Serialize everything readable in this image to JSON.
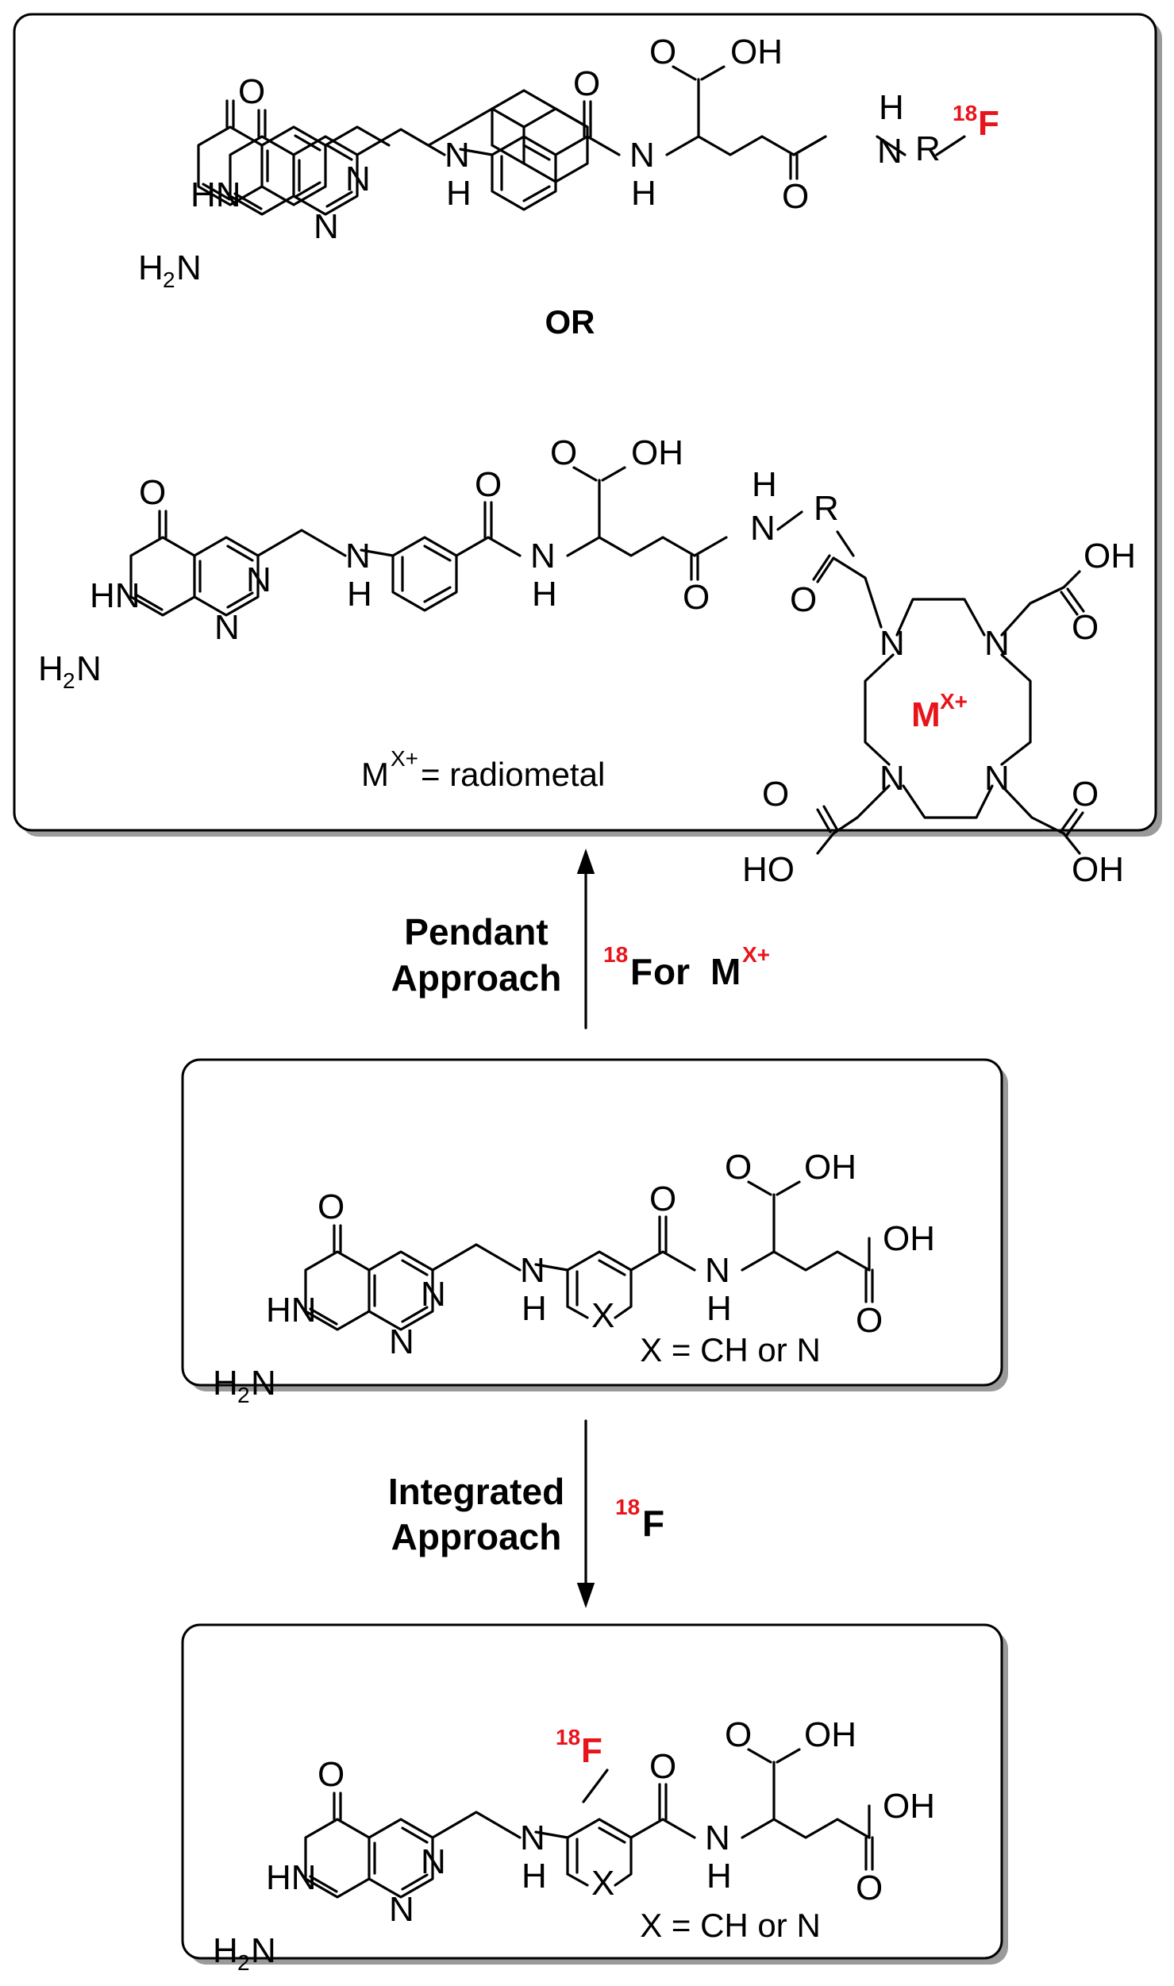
{
  "panels": {
    "top": {
      "structure_1": "folate-γ-amide-R-18F conjugate",
      "or_label": "OR",
      "structure_2": "folate-γ-amide-R-DOTA radiometal complex",
      "metal_label": "M",
      "metal_charge": "X+",
      "metal_note": "M",
      "metal_note_sup": "X+",
      "metal_note_rest": " = radiometal"
    },
    "middle": {
      "x_note": "X = CH or N"
    },
    "bottom": {
      "x_note": "X = CH or N",
      "f18_mass": "18",
      "f18_sym": "F"
    }
  },
  "arrows": {
    "pendant": {
      "line1": "Pendant",
      "line2": "Approach",
      "reagent_f_mass": "18",
      "reagent_f_sym": "F",
      "reagent_or": " or ",
      "reagent_m": "M",
      "reagent_m_charge": "X+"
    },
    "integrated": {
      "line1": "Integrated",
      "line2": "Approach",
      "reagent_f_mass": "18",
      "reagent_f_sym": "F"
    }
  },
  "atoms": {
    "O": "O",
    "N": "N",
    "HN": "HN",
    "H": "H",
    "H2N": "H",
    "two": "2",
    "NH2N": "N",
    "OH": "OH",
    "HO": "HO",
    "NH": "NH",
    "R": "R",
    "X": "X",
    "F": "F",
    "f18": "18"
  },
  "colors": {
    "accent": "#e8141b",
    "ink": "#000000",
    "shadow": "#9a9a9a"
  }
}
